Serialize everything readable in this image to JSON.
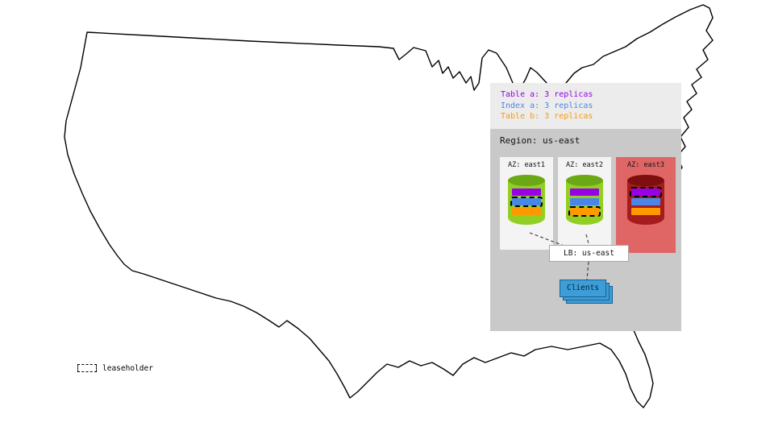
{
  "overlay": {
    "legend": {
      "items": [
        {
          "label": "Table a: 3 replicas"
        },
        {
          "label": "Index a: 3 replicas"
        },
        {
          "label": "Table b: 3 replicas"
        }
      ]
    },
    "region": {
      "title": "Region: us-east",
      "azs": [
        {
          "label": "AZ: east1",
          "status": "available",
          "replicas": [
            {
              "table": "Table a",
              "class": ""
            },
            {
              "table": "Index a",
              "class": "leaseholder"
            },
            {
              "table": "Table b",
              "class": ""
            }
          ]
        },
        {
          "label": "AZ: east2",
          "status": "available",
          "replicas": [
            {
              "table": "Table a",
              "class": ""
            },
            {
              "table": "Index a",
              "class": ""
            },
            {
              "table": "Table b",
              "class": "leaseholder"
            }
          ]
        },
        {
          "label": "AZ: east3",
          "status": "down",
          "replicas": [
            {
              "table": "Table a",
              "class": "leaseholder"
            },
            {
              "table": "Index a",
              "class": ""
            },
            {
              "table": "Table b",
              "class": ""
            }
          ]
        }
      ]
    },
    "lb_label": "LB: us-east",
    "clients_label": "Clients"
  },
  "map_legend": {
    "leaseholder_label": "leaseholder"
  },
  "colors": {
    "table_a": "#9900e6",
    "index_a": "#4a86e8",
    "table_b": "#ff9900",
    "legend_bg": "#ececec",
    "region_bg": "#c9c9c9",
    "az_bg": "#f4f4f4",
    "az_down_bg": "#e06666",
    "cyl_green_body": "#93cf23",
    "cyl_green_cap": "#6aa816",
    "cyl_red_body": "#a61b1b",
    "cyl_red_cap": "#7e0f0f",
    "clients_bg": "#3d9dd8"
  }
}
